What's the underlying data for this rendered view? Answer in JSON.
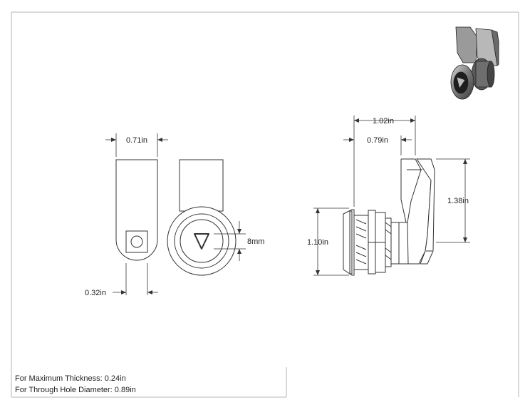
{
  "dimensions": {
    "width_front": "0.71in",
    "key_offset": "0.32in",
    "triangle_key": "8mm",
    "overall_depth": "1.02in",
    "cam_offset": "0.79in",
    "cam_height": "1.38in",
    "body_height": "1.10in"
  },
  "notes": {
    "max_thickness": "For Maximum Thickness: 0.24in",
    "through_hole": "For Through Hole Diameter: 0.89in"
  }
}
